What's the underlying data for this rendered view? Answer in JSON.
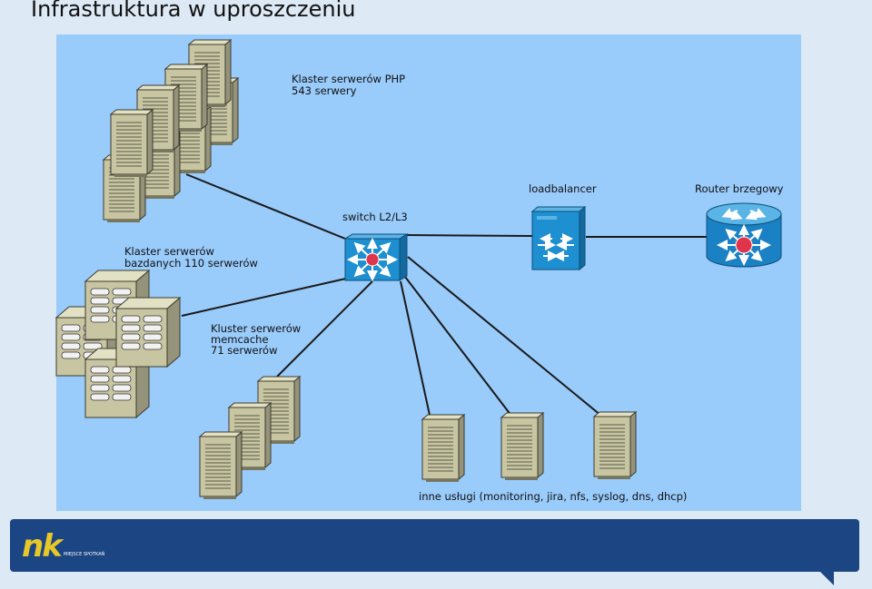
{
  "slide": {
    "title": "Infrastruktura w uproszczeniu"
  },
  "diagram": {
    "colors": {
      "panel": "#99cbfb",
      "server": "#c8c6a2",
      "device": "#1e8fd0",
      "hub": "#e0344a",
      "line": "#1a1a1a"
    },
    "nodes": {
      "php_cluster": {
        "label_line1": "Klaster serwerów PHP",
        "label_line2": "543 serwery"
      },
      "db_cluster": {
        "label_line1": "Klaster serwerów",
        "label_line2": "bazdanych 110 serwerów"
      },
      "memcache_cluster": {
        "label_line1": "Kluster serwerów",
        "label_line2": "memcache",
        "label_line3": "71 serwerów"
      },
      "switch": {
        "label": "switch L2/L3"
      },
      "loadbalancer": {
        "label": "loadbalancer"
      },
      "router": {
        "label": "Router brzegowy"
      },
      "other_services": {
        "label": "inne usługi (monitoring, jira, nfs, syslog, dns, dhcp)"
      }
    }
  },
  "footer": {
    "logo_text": "nk",
    "tagline": "MIEJSCE SPOTKAŃ"
  }
}
